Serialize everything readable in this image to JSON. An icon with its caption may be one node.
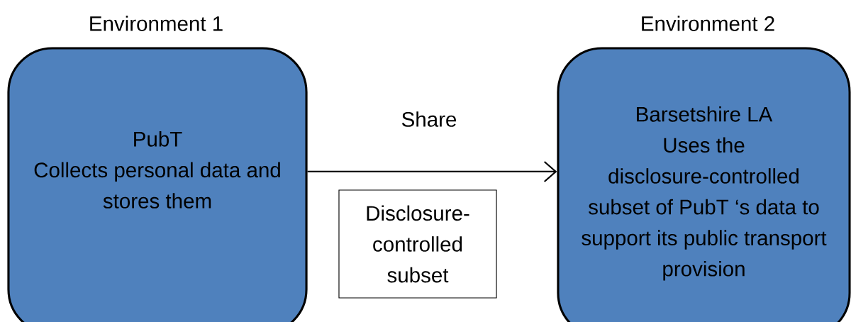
{
  "diagram": {
    "nodes": [
      {
        "text": [
          "Environment 1",
          "PubT",
          "Collects personal data and stores them"
        ]
      },
      {
        "text": [
          "Disclosure-controlled subset"
        ]
      },
      {
        "text": [
          "Environment 2",
          "Barsetshire LA",
          "Uses the disclosure-controlled subset of PubT ‘s data to support its public transport provision"
        ]
      }
    ],
    "edges": [
      {
        "from": 0,
        "to": 2,
        "arrow": "to",
        "label": "Share"
      }
    ]
  }
}
